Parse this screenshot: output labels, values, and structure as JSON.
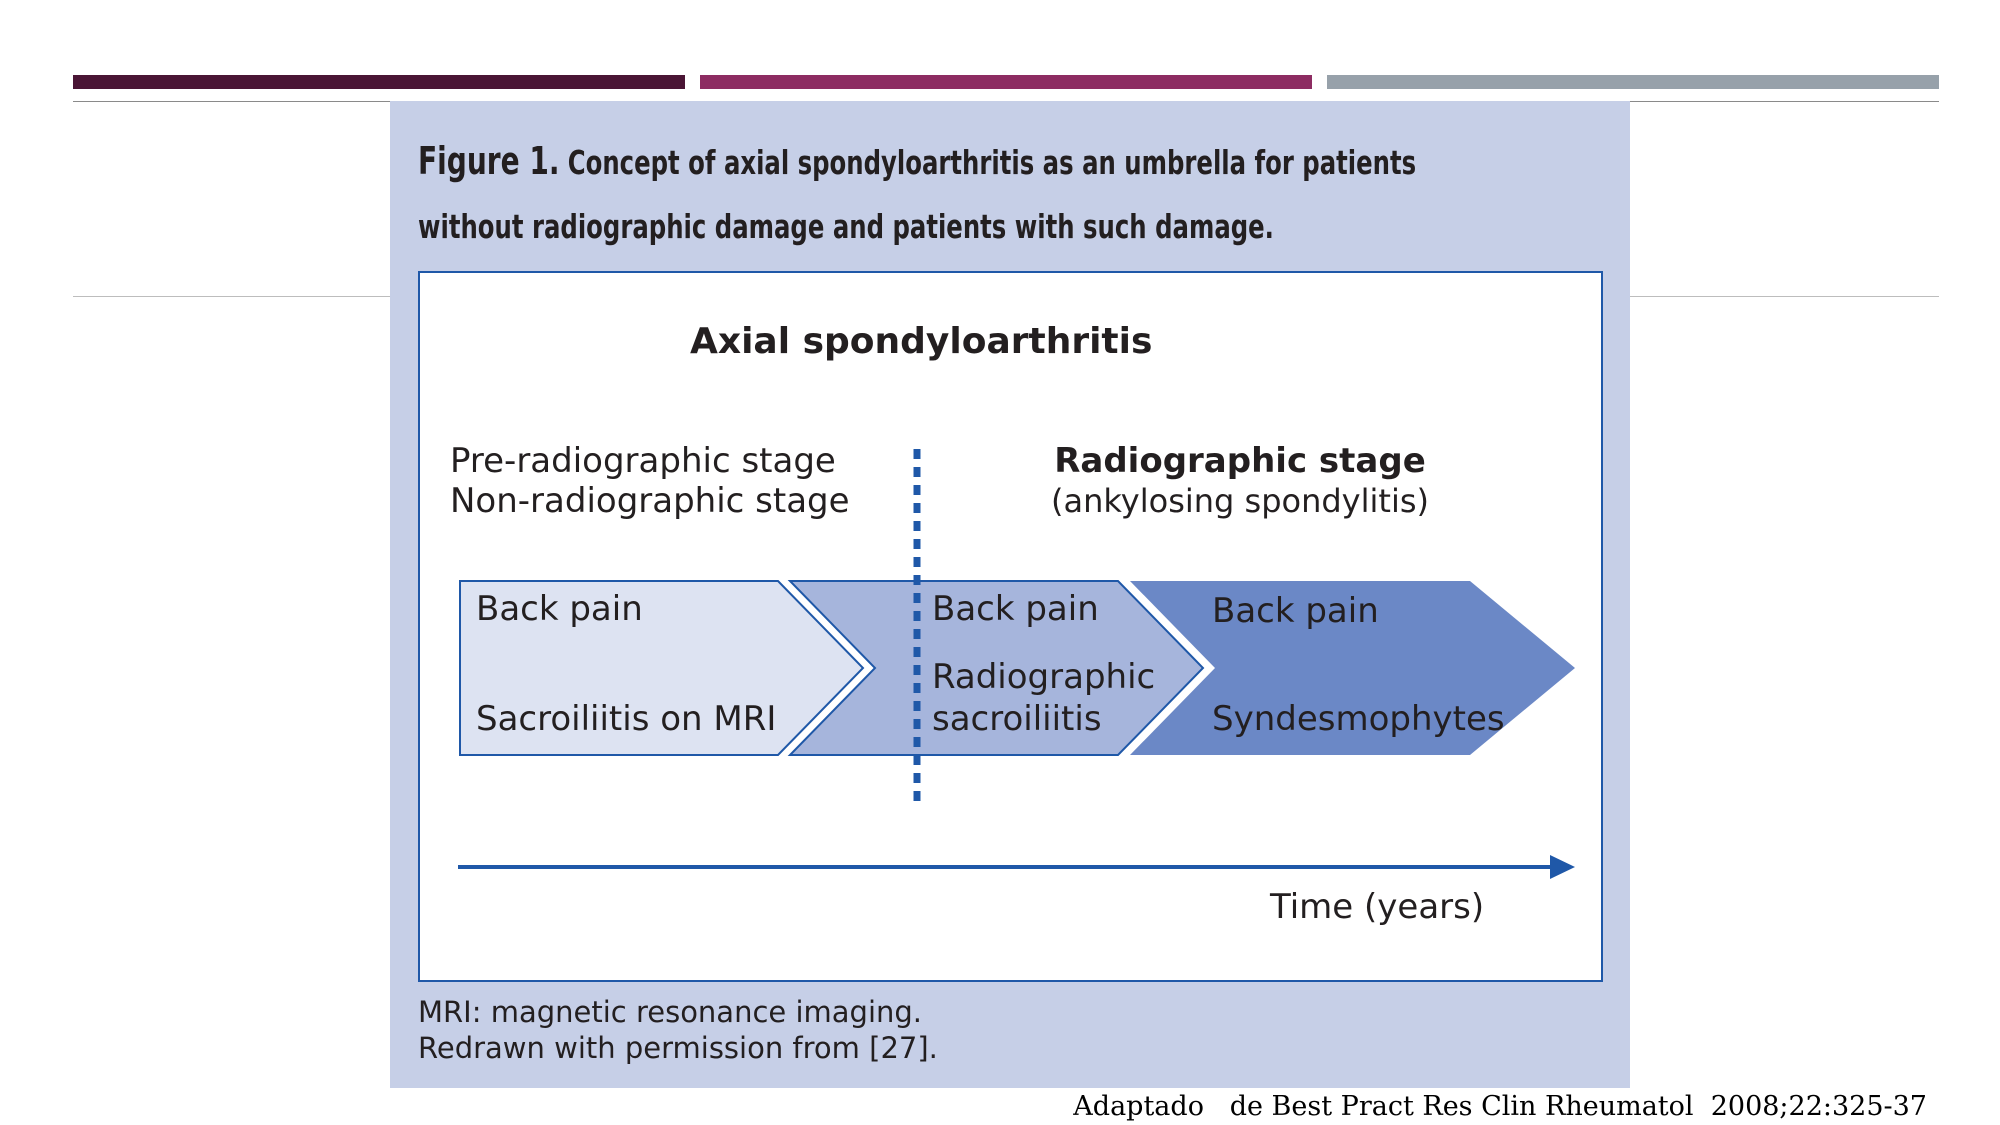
{
  "colors": {
    "bar_left": "#4a1535",
    "bar_middle": "#8d2c62",
    "bar_right": "#97a1aa",
    "panel_background": "#c6cfe7",
    "box_border": "#1f58a8",
    "arrow_light": "#dde3f2",
    "arrow_medium": "#a6b5dc",
    "arrow_dark": "#6b88c6",
    "axis_blue": "#1f58a8"
  },
  "figure": {
    "label": "Figure 1.",
    "caption_line1": "Concept of axial spondyloarthritis as an umbrella for patients",
    "caption_line2": "without radiographic damage and patients with such damage.",
    "diagram": {
      "title": "Axial spondyloarthritis",
      "left_stage": {
        "line1": "Pre-radiographic stage",
        "line2": "Non-radiographic stage"
      },
      "right_stage": {
        "line1": "Radiographic stage",
        "line2": "(ankylosing spondylitis)"
      },
      "arrows": [
        {
          "line1": "Back pain",
          "line2": "Sacroiliitis on MRI"
        },
        {
          "line1": "Back pain",
          "line2": "Radiographic",
          "line3": "sacroiliitis"
        },
        {
          "line1": "Back pain",
          "line2": "Syndesmophytes"
        }
      ],
      "axis_label": "Time (years)"
    },
    "footnote_line1": "MRI: magnetic resonance imaging.",
    "footnote_line2": "Redrawn with permission from [27]."
  },
  "citation": "Adaptado   de Best Pract Res Clin Rheumatol  2008;22:325-37"
}
